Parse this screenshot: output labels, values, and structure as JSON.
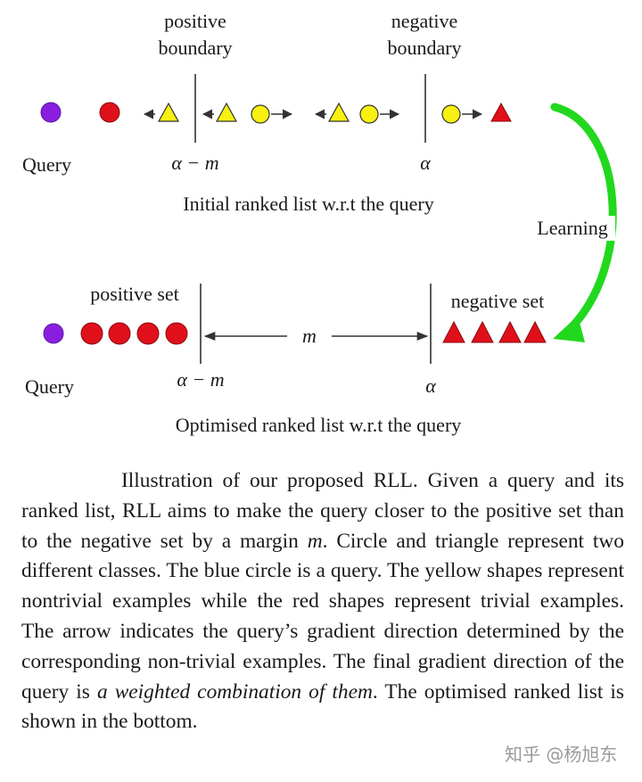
{
  "figure": {
    "top": {
      "positive_boundary_label": [
        "positive",
        "boundary"
      ],
      "negative_boundary_label": [
        "negative",
        "boundary"
      ],
      "query_label": "Query",
      "alpha_minus_m": "α − m",
      "alpha": "α",
      "subtitle": "Initial ranked list  w.r.t the query"
    },
    "learning_label": "Learning",
    "bottom": {
      "positive_set_label": "positive set",
      "negative_set_label": "negative set",
      "margin_label": "m",
      "query_label": "Query",
      "alpha_minus_m": "α − m",
      "alpha": "α",
      "subtitle": "Optimised ranked list w.r.t the query"
    },
    "colors": {
      "query": "#8a1ee0",
      "trivial": "#e0101a",
      "nontrivial": "#f7f010",
      "learning_arrow": "#22d81e"
    }
  },
  "caption": {
    "part1": "Illustration of our proposed RLL. Given a query and its ranked list, RLL aims to make the query closer to the positive set than to the negative set by a margin ",
    "margin_symbol": "m",
    "part2": ". Circle and triangle represent two different classes. The blue circle is a query. The yellow shapes represent nontrivial examples while the red shapes represent trivial examples. The arrow indicates the query’s gradient direction determined by the corresponding non-trivial examples. The final gradient direction of the query is ",
    "emphasis": "a weighted combination of them",
    "part3": ". The optimised ranked list is shown in the bottom."
  },
  "watermark": "知乎 @杨旭东"
}
